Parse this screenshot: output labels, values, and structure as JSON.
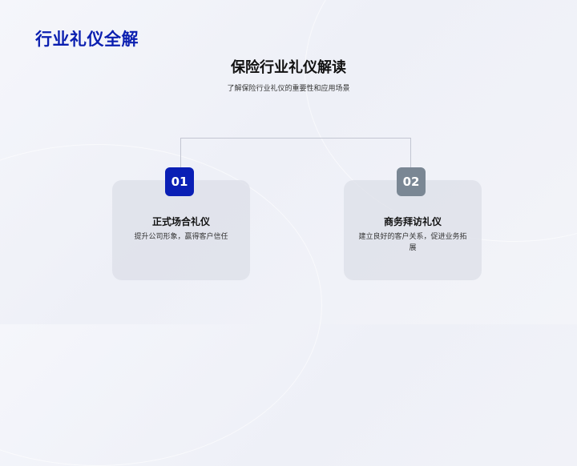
{
  "header": {
    "title": "行业礼仪全解"
  },
  "main": {
    "title": "保险行业礼仪解读",
    "subtitle": "了解保险行业礼仪的重要性和应用场景"
  },
  "cards": [
    {
      "number": "01",
      "title": "正式场合礼仪",
      "description": "提升公司形象，赢得客户信任",
      "badge_color": "#0a1fb5"
    },
    {
      "number": "02",
      "title": "商务拜访礼仪",
      "description": "建立良好的客户关系，促进业务拓展",
      "badge_color": "#7a8794"
    }
  ]
}
